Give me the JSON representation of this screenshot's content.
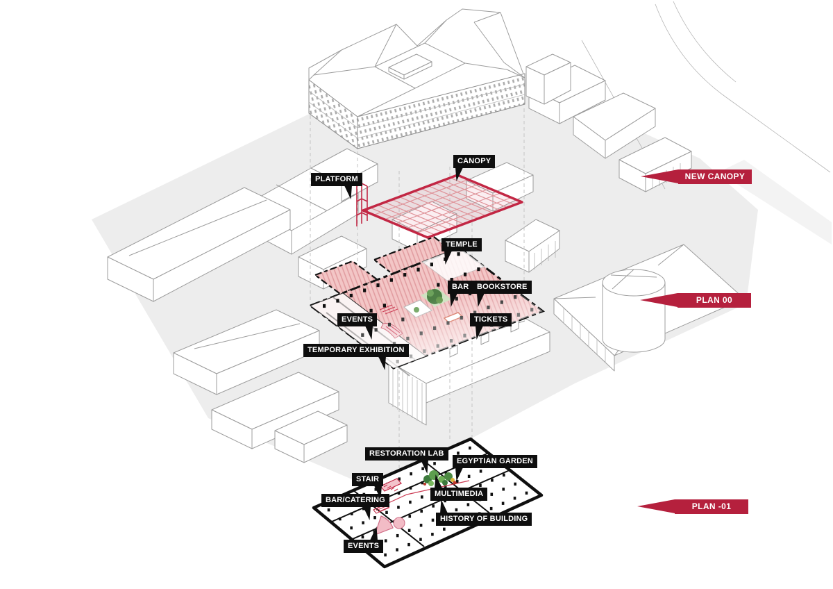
{
  "callouts": {
    "platform": "PLATFORM",
    "canopy": "CANOPY",
    "temple": "TEMPLE",
    "bar": "BAR",
    "bookstore": "BOOKSTORE",
    "events_00": "EVENTS",
    "tickets": "TICKETS",
    "temporary_exhibition": "TEMPORARY EXHIBITION",
    "restoration_lab": "RESTORATION LAB",
    "egyptian_garden": "EGYPTIAN GARDEN",
    "stair": "STAIR",
    "multimedia": "MULTIMEDIA",
    "bar_catering": "BAR/CATERING",
    "history_of_building": "HISTORY OF BUILDING",
    "events_m01": "EVENTS"
  },
  "legend": {
    "new_canopy": "NEW CANOPY",
    "plan_00": "PLAN 00",
    "plan_m01": "PLAN -01"
  },
  "colors": {
    "accent_red": "#b5203d",
    "canopy_red": "#c22744",
    "plan_pink": "#f3c6c6",
    "hatch_red": "#e09a9e",
    "tree_green": "#4e7f46",
    "label_bg": "#0e0e0e",
    "label_text": "#ffffff",
    "line_gray": "#9c9c9c",
    "ground_gray": "#ededed"
  }
}
